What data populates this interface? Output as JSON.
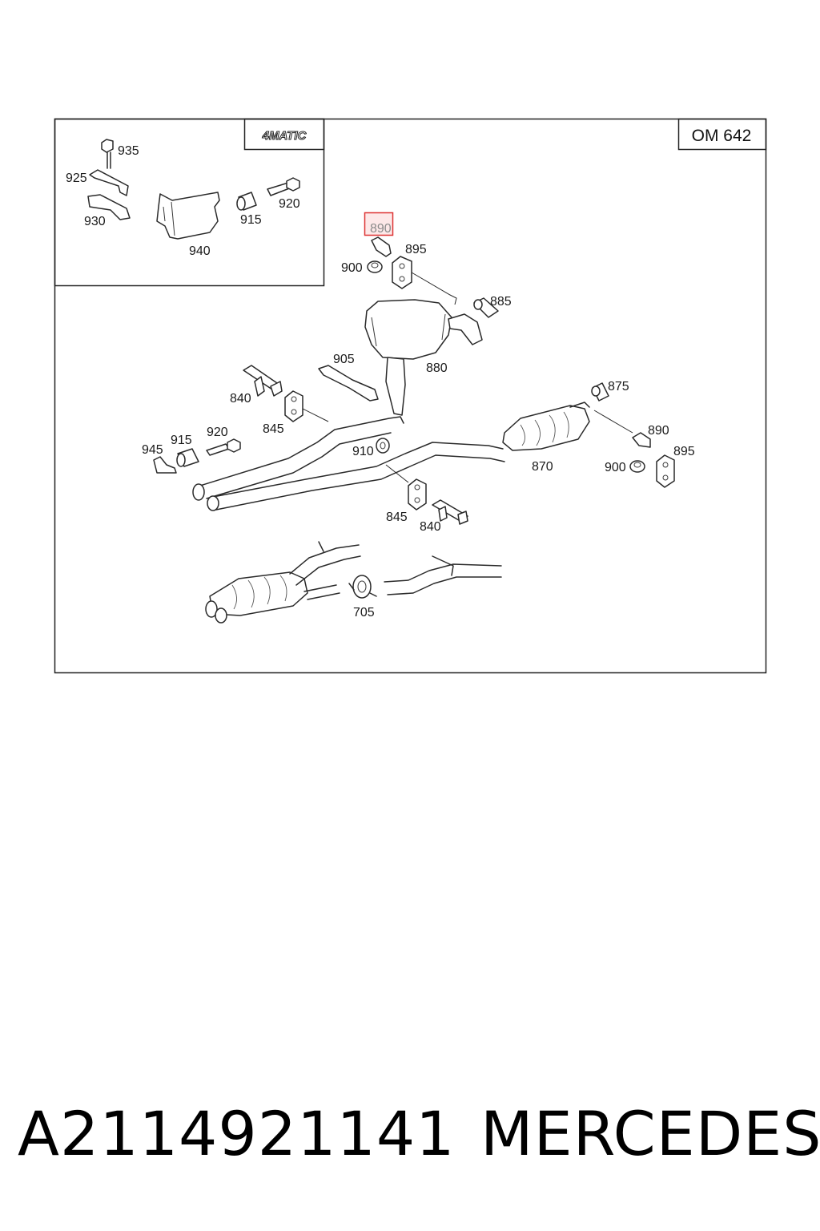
{
  "diagram": {
    "engine_label": "OM 642",
    "variant_badge": "4MATIC",
    "highlighted_part": "890",
    "labels": [
      "935",
      "925",
      "930",
      "940",
      "915",
      "920",
      "890",
      "895",
      "900",
      "885",
      "905",
      "880",
      "840",
      "845",
      "875",
      "920",
      "915",
      "945",
      "910",
      "870",
      "890",
      "895",
      "900",
      "845",
      "840",
      "705"
    ]
  },
  "caption": {
    "part_number": "A2114921141",
    "brand": "MERCEDES"
  }
}
